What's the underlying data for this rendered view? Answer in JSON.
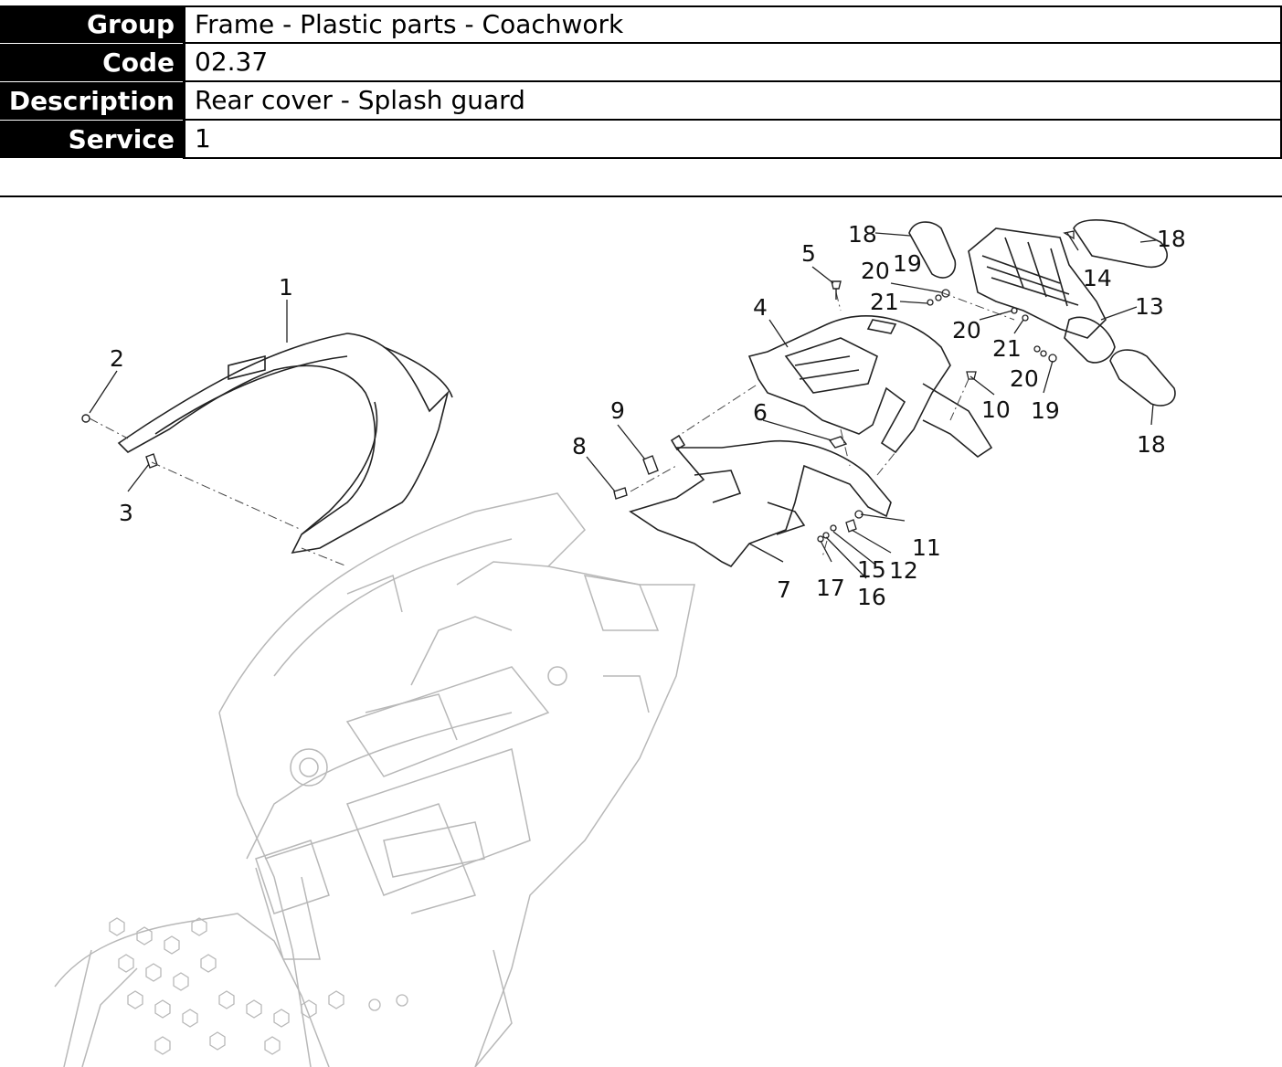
{
  "header_rows": [
    {
      "label": "Group",
      "value": "Frame - Plastic parts - Coachwork"
    },
    {
      "label": "Code",
      "value": "02.37"
    },
    {
      "label": "Description",
      "value": "Rear cover - Splash guard"
    },
    {
      "label": "Service",
      "value": "1"
    }
  ],
  "callouts": [
    "1",
    "2",
    "3",
    "4",
    "5",
    "6",
    "7",
    "8",
    "9",
    "10",
    "11",
    "12",
    "13",
    "14",
    "15",
    "16",
    "17",
    "18",
    "18",
    "18",
    "19",
    "19",
    "20",
    "20",
    "20",
    "21",
    "21"
  ]
}
